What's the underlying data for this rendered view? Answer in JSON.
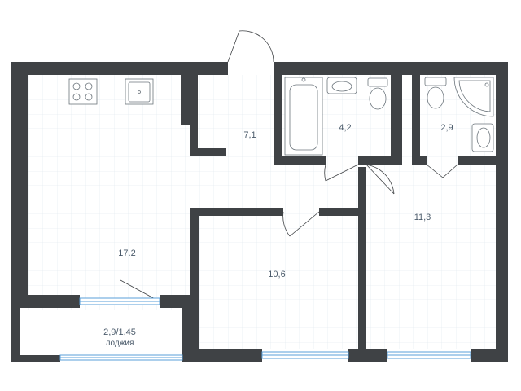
{
  "rooms": [
    {
      "id": "kitchen-living",
      "area": "17.2"
    },
    {
      "id": "hallway",
      "area": "7,1"
    },
    {
      "id": "bathroom",
      "area": "4,2"
    },
    {
      "id": "toilet",
      "area": "2,9"
    },
    {
      "id": "corridor",
      "area": "11,3"
    },
    {
      "id": "bedroom",
      "area": "10,6"
    }
  ],
  "loggia": {
    "area": "2,9/1,45",
    "label": "лоджия"
  },
  "colors": {
    "wall": "#3f4245",
    "grid": "#e6edf2",
    "window": "#5a9fd8",
    "background": "#ffffff"
  },
  "icons": [
    "stove-icon",
    "sink-icon",
    "bathtub-icon",
    "toilet-icon",
    "corner-shower-icon",
    "door-swing-icon",
    "window-icon"
  ]
}
